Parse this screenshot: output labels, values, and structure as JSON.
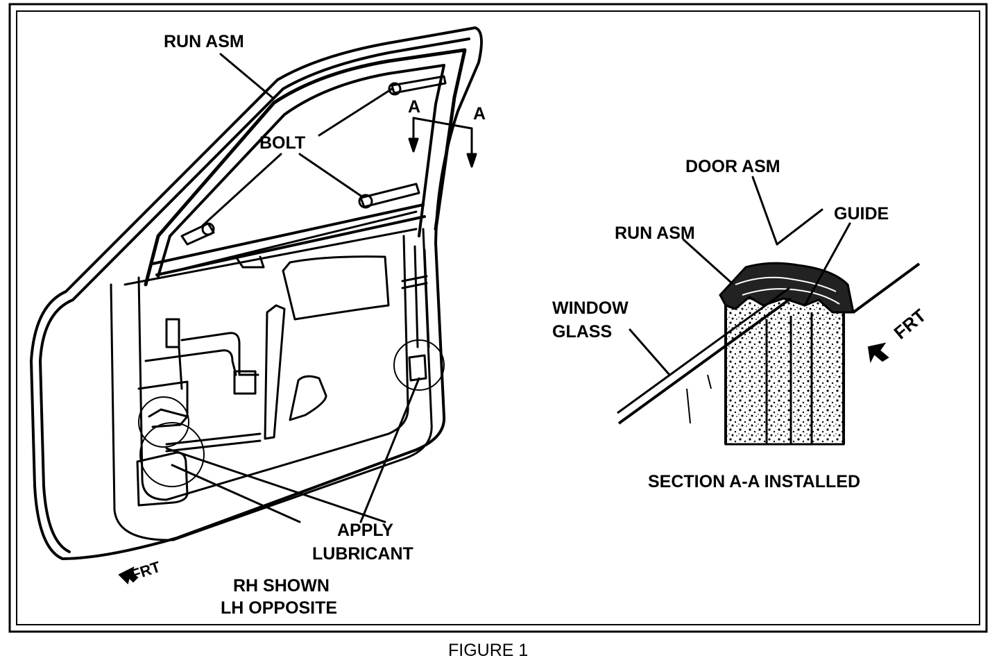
{
  "labels": {
    "run_asm_top": "RUN ASM",
    "bolt": "BOLT",
    "section_a_left": "A",
    "section_a_right": "A",
    "apply_lubricant_1": "APPLY",
    "apply_lubricant_2": "LUBRICANT",
    "frt_left": "FRT",
    "rh_shown": "RH SHOWN",
    "lh_opposite": "LH OPPOSITE",
    "door_asm": "DOOR ASM",
    "guide": "GUIDE",
    "run_asm_section": "RUN ASM",
    "window_glass_1": "WINDOW",
    "window_glass_2": "GLASS",
    "frt_right": "FRT",
    "section_title": "SECTION A-A INSTALLED"
  },
  "caption": "FIGURE 1"
}
